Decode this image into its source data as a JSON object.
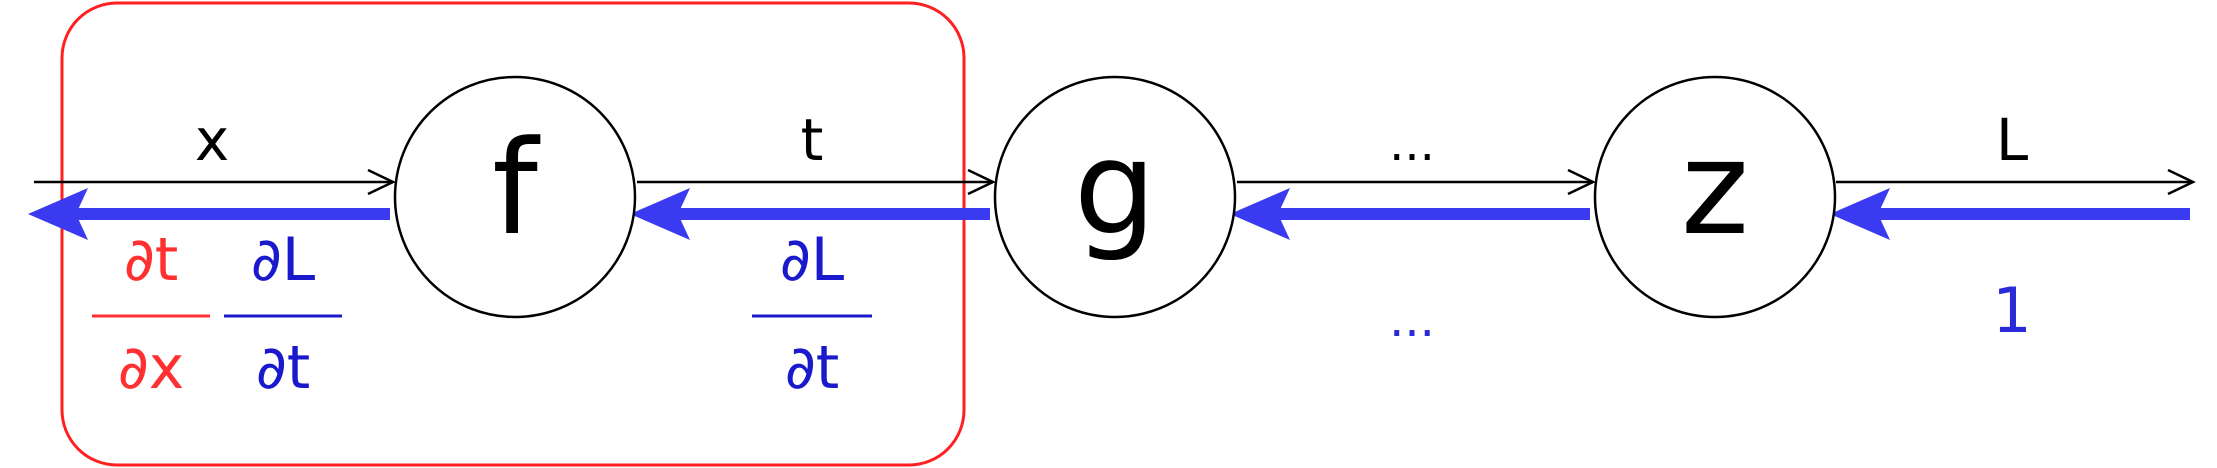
{
  "colors": {
    "forward": "#000000",
    "backward": "#3a3af0",
    "highlight": "#ff3030",
    "background": "#ffffff"
  },
  "nodes": {
    "f": "f",
    "g": "g",
    "z": "z"
  },
  "forward_labels": {
    "x": "x",
    "t": "t",
    "dots": "...",
    "L": "L"
  },
  "gradients": {
    "local_numerator": "∂t",
    "local_denominator": "∂x",
    "upstream_numerator": "∂L",
    "upstream_denominator": "∂t",
    "g_grad_numerator": "∂L",
    "g_grad_denominator": "∂t",
    "dots": "...",
    "seed": "1"
  }
}
